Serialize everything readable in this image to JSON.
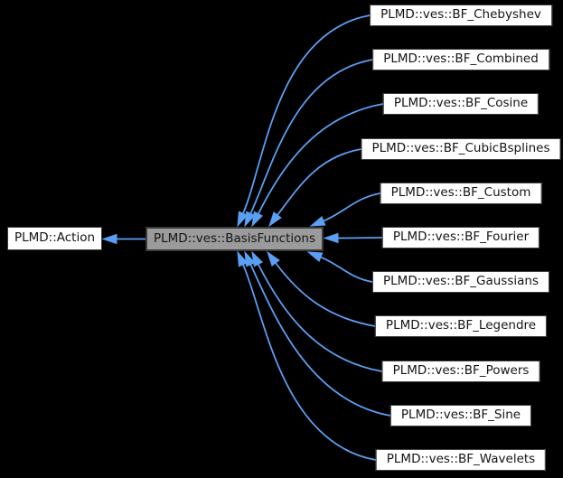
{
  "diagram": {
    "base_class": "PLMD::Action",
    "focus_class": "PLMD::ves::BasisFunctions",
    "derived_classes": [
      "PLMD::ves::BF_Chebyshev",
      "PLMD::ves::BF_Combined",
      "PLMD::ves::BF_Cosine",
      "PLMD::ves::BF_CubicBsplines",
      "PLMD::ves::BF_Custom",
      "PLMD::ves::BF_Fourier",
      "PLMD::ves::BF_Gaussians",
      "PLMD::ves::BF_Legendre",
      "PLMD::ves::BF_Powers",
      "PLMD::ves::BF_Sine",
      "PLMD::ves::BF_Wavelets"
    ],
    "colors": {
      "edge": "#5b9ff2",
      "focus_fill": "#9b9b9b",
      "focus_border": "#3a3a3a",
      "box_fill": "#ffffff",
      "box_border": "#3f3f3f",
      "text": "#141414",
      "background": "#000000"
    }
  }
}
